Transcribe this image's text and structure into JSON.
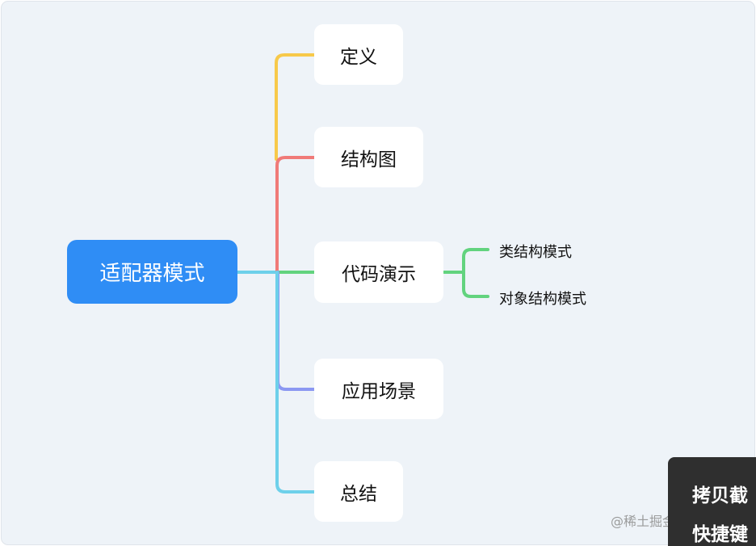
{
  "root": {
    "label": "适配器模式"
  },
  "branches": [
    {
      "label": "定义",
      "color": "#f7c94a"
    },
    {
      "label": "结构图",
      "color": "#f07a78"
    },
    {
      "label": "代码演示",
      "color": "#62d37e"
    },
    {
      "label": "应用场景",
      "color": "#8b98f2"
    },
    {
      "label": "总结",
      "color": "#6dd0ea"
    }
  ],
  "sub_branches": [
    {
      "label": "类结构模式"
    },
    {
      "label": "对象结构模式"
    }
  ],
  "watermark": "@稀土掘金技术社区",
  "shortcut_panel": {
    "line1": "拷贝截",
    "line2": "快捷键"
  },
  "colors": {
    "root_fill": "#2f8df5",
    "root_connector": "#6dd0ea",
    "background": "#eef3f8"
  }
}
